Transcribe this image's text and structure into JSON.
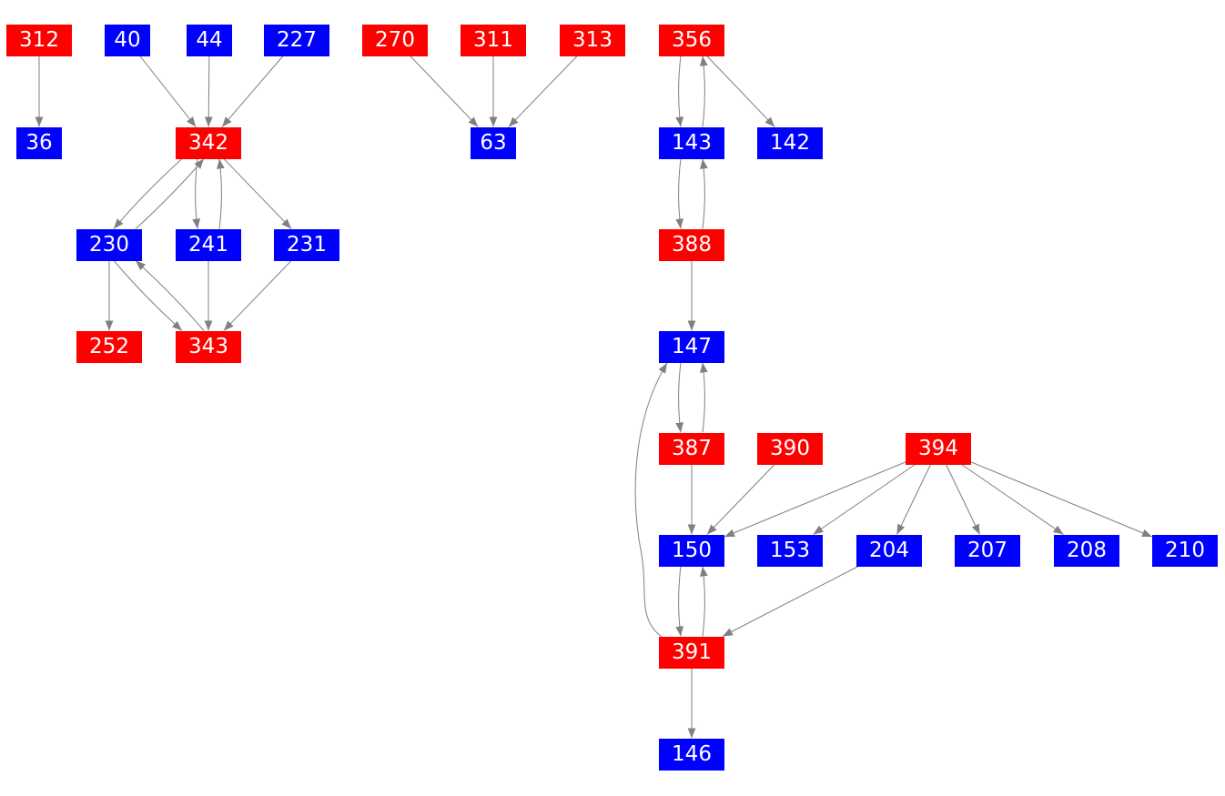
{
  "colors": {
    "red": "#ff0000",
    "blue": "#0000ff",
    "edge": "#808080"
  },
  "nodes": [
    {
      "id": "312",
      "color": "red"
    },
    {
      "id": "40",
      "color": "blue"
    },
    {
      "id": "44",
      "color": "blue"
    },
    {
      "id": "227",
      "color": "blue"
    },
    {
      "id": "270",
      "color": "red"
    },
    {
      "id": "311",
      "color": "red"
    },
    {
      "id": "313",
      "color": "red"
    },
    {
      "id": "356",
      "color": "red"
    },
    {
      "id": "36",
      "color": "blue"
    },
    {
      "id": "342",
      "color": "red"
    },
    {
      "id": "63",
      "color": "blue"
    },
    {
      "id": "143",
      "color": "blue"
    },
    {
      "id": "142",
      "color": "blue"
    },
    {
      "id": "230",
      "color": "blue"
    },
    {
      "id": "241",
      "color": "blue"
    },
    {
      "id": "231",
      "color": "blue"
    },
    {
      "id": "388",
      "color": "red"
    },
    {
      "id": "252",
      "color": "red"
    },
    {
      "id": "343",
      "color": "red"
    },
    {
      "id": "147",
      "color": "blue"
    },
    {
      "id": "387",
      "color": "red"
    },
    {
      "id": "390",
      "color": "red"
    },
    {
      "id": "394",
      "color": "red"
    },
    {
      "id": "150",
      "color": "blue"
    },
    {
      "id": "153",
      "color": "blue"
    },
    {
      "id": "204",
      "color": "blue"
    },
    {
      "id": "207",
      "color": "blue"
    },
    {
      "id": "208",
      "color": "blue"
    },
    {
      "id": "210",
      "color": "blue"
    },
    {
      "id": "391",
      "color": "red"
    },
    {
      "id": "146",
      "color": "blue"
    }
  ],
  "edges": [
    [
      "312",
      "36"
    ],
    [
      "40",
      "342"
    ],
    [
      "44",
      "342"
    ],
    [
      "227",
      "342"
    ],
    [
      "270",
      "63"
    ],
    [
      "311",
      "63"
    ],
    [
      "313",
      "63"
    ],
    [
      "356",
      "143"
    ],
    [
      "143",
      "356"
    ],
    [
      "356",
      "142"
    ],
    [
      "342",
      "230"
    ],
    [
      "230",
      "342"
    ],
    [
      "342",
      "241"
    ],
    [
      "241",
      "342"
    ],
    [
      "342",
      "231"
    ],
    [
      "143",
      "388"
    ],
    [
      "388",
      "143"
    ],
    [
      "230",
      "252"
    ],
    [
      "230",
      "343"
    ],
    [
      "343",
      "230"
    ],
    [
      "241",
      "343"
    ],
    [
      "231",
      "343"
    ],
    [
      "388",
      "147"
    ],
    [
      "147",
      "387"
    ],
    [
      "387",
      "147"
    ],
    [
      "387",
      "150"
    ],
    [
      "390",
      "150"
    ],
    [
      "394",
      "150"
    ],
    [
      "394",
      "153"
    ],
    [
      "394",
      "204"
    ],
    [
      "394",
      "207"
    ],
    [
      "394",
      "208"
    ],
    [
      "394",
      "210"
    ],
    [
      "150",
      "391"
    ],
    [
      "391",
      "150"
    ],
    [
      "204",
      "391"
    ],
    [
      "391",
      "147"
    ],
    [
      "391",
      "146"
    ]
  ]
}
